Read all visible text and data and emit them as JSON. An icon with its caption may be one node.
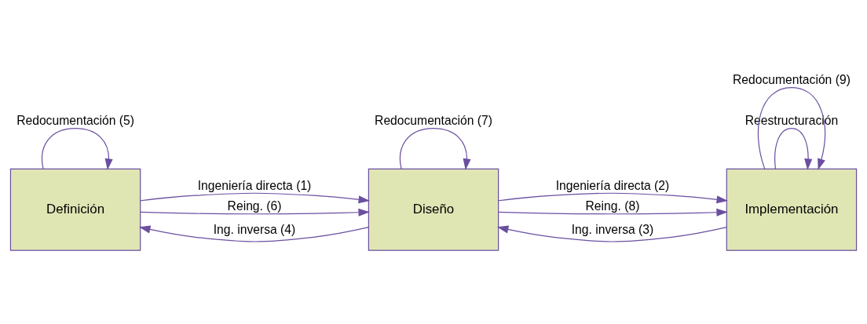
{
  "diagram": {
    "nodes": [
      {
        "text": [
          "Definición"
        ]
      },
      {
        "text": [
          "Diseño"
        ]
      },
      {
        "text": [
          "Implementación"
        ]
      }
    ],
    "edges": [
      {
        "from": 0,
        "to": 1,
        "arrow": "to",
        "label": "Ingeniería directa (1)"
      },
      {
        "from": 1,
        "to": 2,
        "arrow": "to",
        "label": "Ingeniería directa (2)"
      },
      {
        "from": 2,
        "to": 2,
        "arrow": "to",
        "label": "Reestructuración"
      },
      {
        "from": 0,
        "to": 1,
        "arrow": "to",
        "label": "Reing. (6)"
      },
      {
        "from": 1,
        "to": 2,
        "arrow": "to",
        "label": "Reing. (8)"
      },
      {
        "from": 1,
        "to": 0,
        "arrow": "to",
        "label": "Ing. inversa (4)"
      },
      {
        "from": 2,
        "to": 1,
        "arrow": "to",
        "label": "Ing. inversa (3)"
      },
      {
        "from": 0,
        "to": 0,
        "arrow": "to",
        "label": "Redocumentación (5)"
      },
      {
        "from": 1,
        "to": 1,
        "arrow": "to",
        "label": "Redocumentación (7)"
      },
      {
        "from": 2,
        "to": 2,
        "arrow": "to",
        "label": "Redocumentación (9)"
      }
    ]
  }
}
